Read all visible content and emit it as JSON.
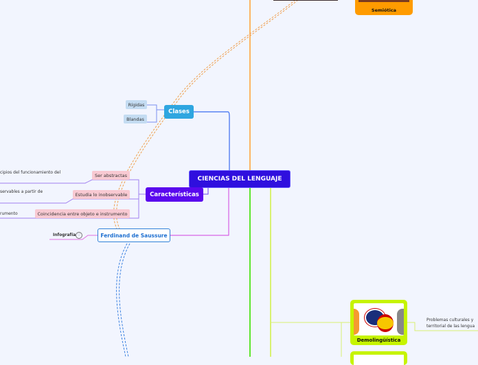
{
  "center": {
    "label": "CIENCIAS DEL LENGUAJE"
  },
  "clases": {
    "label": "Clases",
    "children": [
      "Rígidas",
      "Blandas"
    ]
  },
  "caracteristicas": {
    "label": "Características",
    "children": [
      "Ser abstractas",
      "Estudia lo inobservable",
      "Coincidencia entre objeto e instrumento"
    ],
    "notes": [
      "cipios del funcionamiento del",
      "servables a partir de",
      "rumento"
    ]
  },
  "ferdinand": {
    "label": "Ferdinand de Saussure",
    "link_label": "Infografía"
  },
  "semiotica": {
    "label": "Semiótica"
  },
  "demolinguistica": {
    "label": "Demolingüística",
    "note_lines": [
      "Problemas culturales y",
      "territorial de las lengua"
    ]
  },
  "colors": {
    "center": "#2f0fde",
    "clases": "#2fa6e0",
    "caracteristicas": "#5a08ee",
    "semiotica": "#ff9b00",
    "demolinguistica": "#c6f400"
  }
}
